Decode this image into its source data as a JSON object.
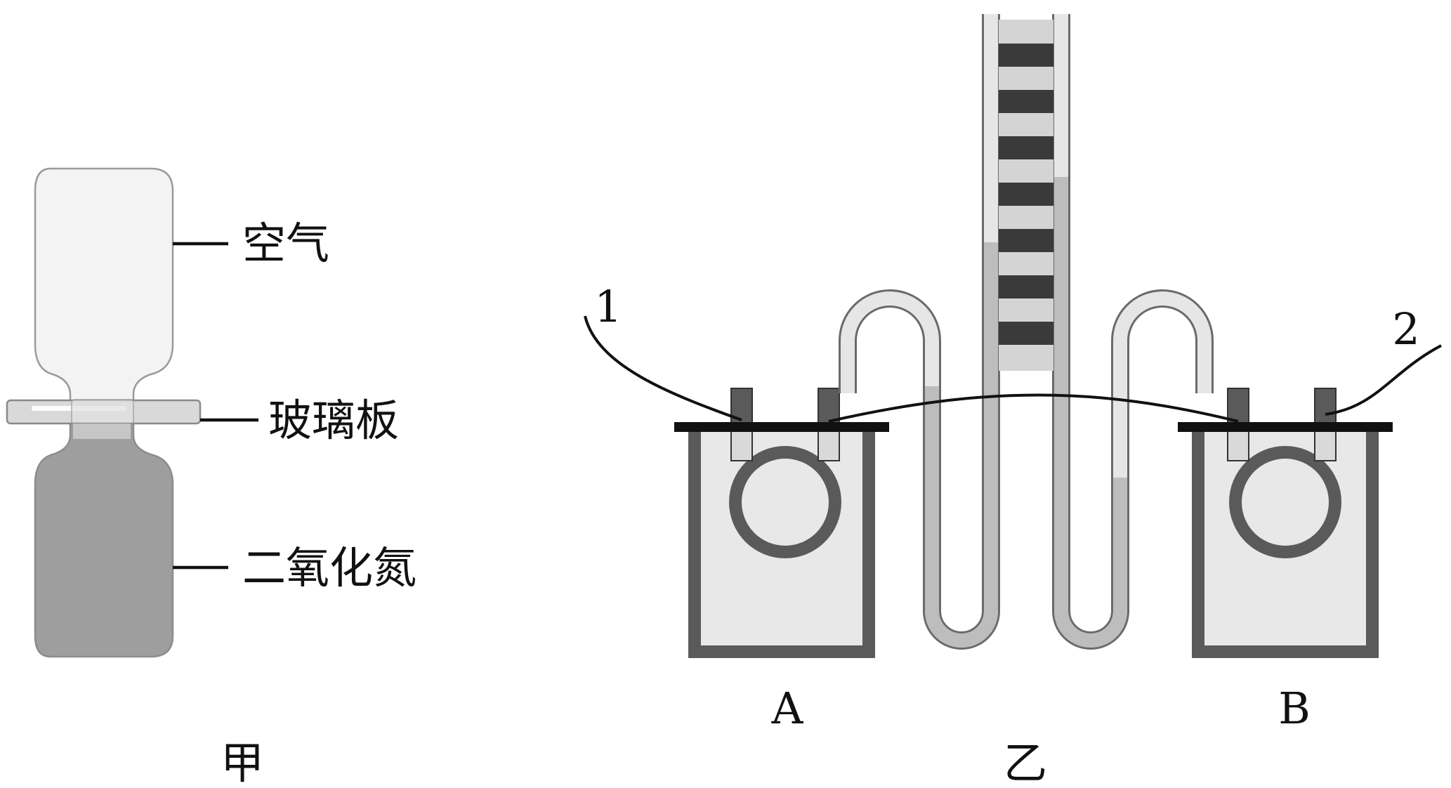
{
  "figure_jia": {
    "caption": "甲",
    "labels": {
      "air": "空气",
      "glass_plate": "玻璃板",
      "nitrogen_dioxide": "二氧化氮"
    }
  },
  "figure_yi": {
    "caption": "乙",
    "labels": {
      "container_a": "A",
      "container_b": "B",
      "wire_1": "1",
      "wire_2": "2"
    }
  },
  "colors": {
    "outline": "#1a1a1a",
    "dark_gray": "#5a5a5a",
    "light_fill": "#e8e8e8",
    "liquid": "#bdbdbd",
    "scale_dark": "#3a3a3a",
    "scale_light": "#d4d4d4",
    "gas_dark": "#9e9e9e"
  }
}
